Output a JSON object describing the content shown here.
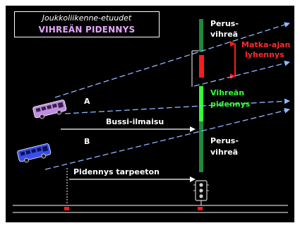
{
  "title": {
    "line1": "Joukkoliikenne-etuudet",
    "line2": "VIHREÄN PIDENNYS"
  },
  "labels": {
    "perusvihrea_top_1": "Perus-",
    "perusvihrea_top_2": "vihreä",
    "matka_1": "Matka-ajan",
    "matka_2": "lyhennys",
    "vihrean_1": "Vihreän",
    "vihrean_2": "pidennys",
    "perusvihrea_bottom_1": "Perus-",
    "perusvihrea_bottom_2": "vihreä",
    "bus_a": "A",
    "bus_b": "B",
    "bussi_ilmaisu": "Bussi-ilmaisu",
    "pidennys_tarpeeton": "Pidennys tarpeeton"
  },
  "colors": {
    "background": "#000000",
    "signal_green": "#1e8a3c",
    "signal_bright_green": "#33ff33",
    "signal_red": "#ff1a1a",
    "title_purple": "#e8a6ff",
    "trajectory_blue": "#8fb8ff",
    "bus_a_purple": "#c08ee0",
    "bus_b_blue": "#3a4fe8"
  },
  "icons": {
    "bus_a": "bus-icon",
    "bus_b": "bus-icon",
    "traffic_light": "traffic-light-icon"
  }
}
